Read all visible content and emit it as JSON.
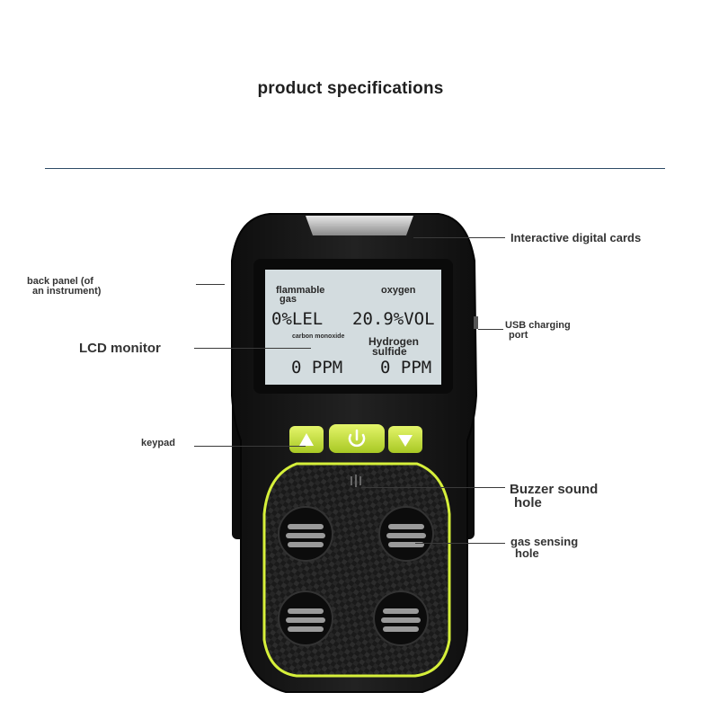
{
  "page": {
    "title": "product specifications"
  },
  "callouts": {
    "interactive_cards": "Interactive digital cards",
    "back_panel_line1": "back panel (of",
    "back_panel_line2": "an instrument)",
    "usb_line1": "USB charging",
    "usb_line2": "port",
    "lcd_monitor": "LCD monitor",
    "keypad": "keypad",
    "buzzer_line1": "Buzzer sound",
    "buzzer_line2": "hole",
    "gas_line1": "gas sensing",
    "gas_line2": "hole"
  },
  "lcd": {
    "flammable_line1": "flammable",
    "flammable_line2": "gas",
    "oxygen": "oxygen",
    "reading_lel": "0%LEL",
    "reading_o2": "20.9%VOL",
    "co_label": "carbon monoxide",
    "h2s_line1": "Hydrogen",
    "h2s_line2": "sulfide",
    "reading_co": "0 PPM",
    "reading_h2s": "0 PPM"
  },
  "colors": {
    "body": "#161616",
    "accent": "#d6f03a",
    "button": "#c9e83a",
    "lcd": "#d3dcdf",
    "divider": "#2e4a66"
  },
  "icons": {
    "up_button": "triangle-up-icon",
    "power_button": "power-icon",
    "down_button": "triangle-down-icon"
  }
}
